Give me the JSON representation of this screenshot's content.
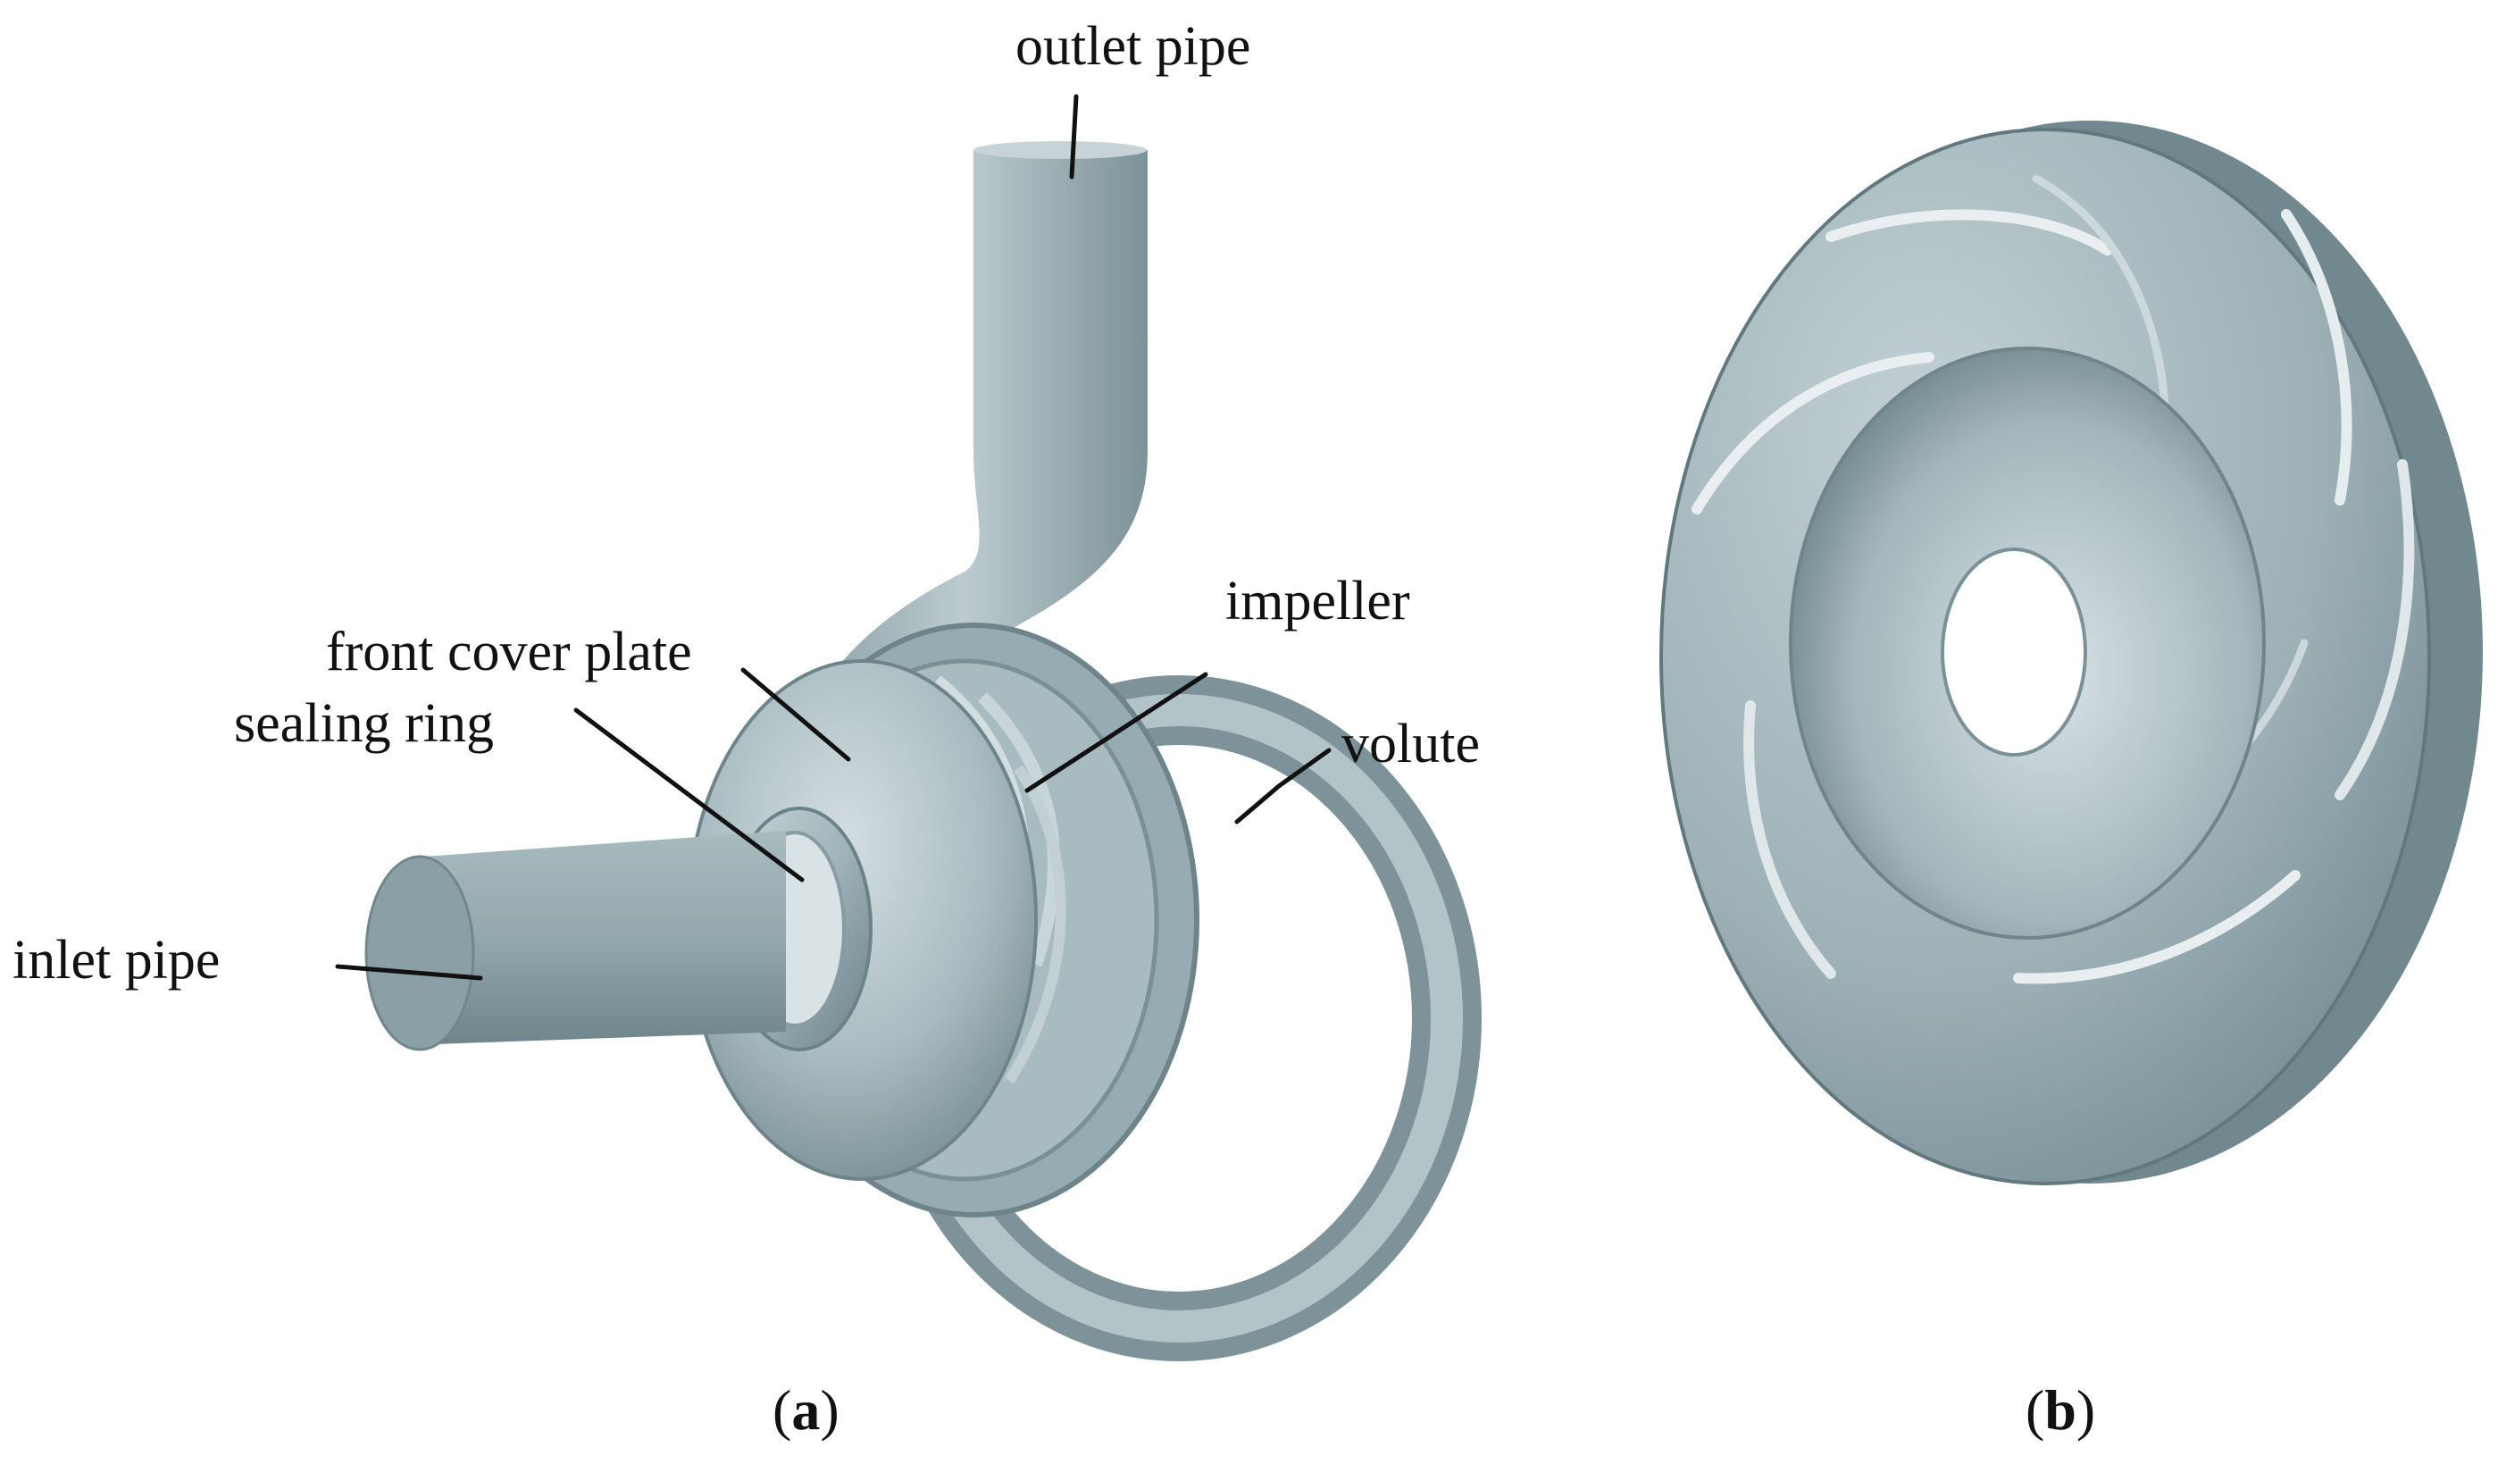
{
  "panel_a": {
    "labels": {
      "outlet_pipe": "outlet pipe",
      "impeller": "impeller",
      "front_cover_plate": "front cover plate",
      "sealing_ring": "sealing ring",
      "volute": "volute",
      "inlet_pipe": "inlet pipe"
    },
    "caption_letter": "a"
  },
  "panel_b": {
    "caption_letter": "b"
  },
  "colors": {
    "metal_light": "#b9c9cd",
    "metal_mid": "#94aab0",
    "metal_dark": "#667d84",
    "text": "#111111"
  }
}
